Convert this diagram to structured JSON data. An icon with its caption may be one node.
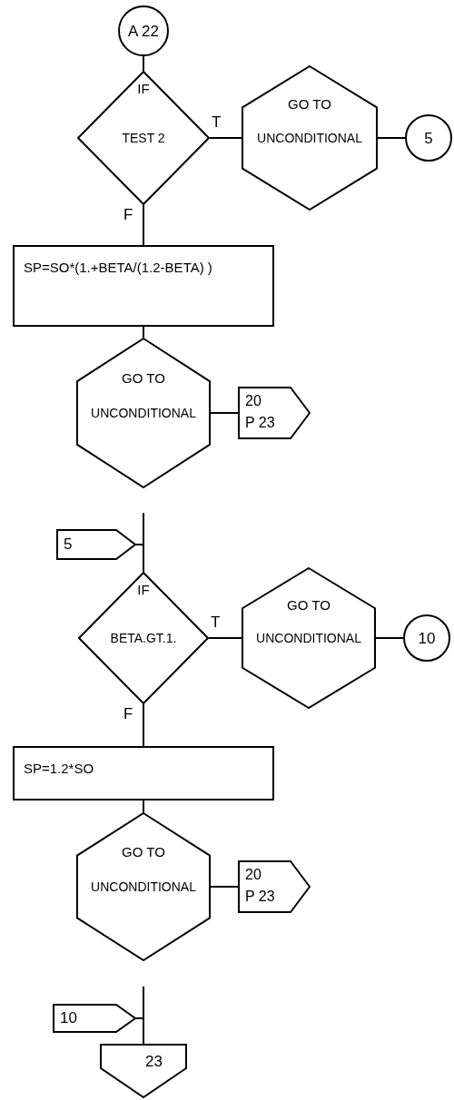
{
  "diagram": {
    "nodes": [
      {
        "text": [
          "A 22"
        ]
      },
      {
        "text": [
          "IF",
          "TEST 2"
        ]
      },
      {
        "text": [
          "GO TO",
          "UNCONDITIONAL"
        ]
      },
      {
        "text": [
          "5"
        ]
      },
      {
        "text": [
          "SP=SO*(1.+BETA/(1.2-BETA) )"
        ]
      },
      {
        "text": [
          "GO TO",
          "UNCONDITIONAL"
        ]
      },
      {
        "text": [
          "20",
          "P 23"
        ]
      },
      {
        "text": [
          "5"
        ]
      },
      {
        "text": [
          "IF",
          "BETA.GT.1."
        ]
      },
      {
        "text": [
          "GO TO",
          "UNCONDITIONAL"
        ]
      },
      {
        "text": [
          "10"
        ]
      },
      {
        "text": [
          "SP=1.2*SO"
        ]
      },
      {
        "text": [
          "GO TO",
          "UNCONDITIONAL"
        ]
      },
      {
        "text": [
          "20",
          "P 23"
        ]
      },
      {
        "text": [
          "10"
        ]
      },
      {
        "text": [
          "23"
        ]
      }
    ],
    "edges": [
      {
        "from": 0,
        "to": 1,
        "arrow": "none"
      },
      {
        "from": 1,
        "to": 2,
        "arrow": "none",
        "label": "T"
      },
      {
        "from": 2,
        "to": 3,
        "arrow": "none"
      },
      {
        "from": 1,
        "to": 4,
        "arrow": "none",
        "label": "F"
      },
      {
        "from": 4,
        "to": 5,
        "arrow": "none"
      },
      {
        "from": 5,
        "to": 6,
        "arrow": "none"
      },
      {
        "from": null,
        "to": 8,
        "arrow": "none"
      },
      {
        "from": 7,
        "to": 8,
        "arrow": "none"
      },
      {
        "from": 8,
        "to": 9,
        "arrow": "none",
        "label": "T"
      },
      {
        "from": 9,
        "to": 10,
        "arrow": "none"
      },
      {
        "from": 8,
        "to": 11,
        "arrow": "none",
        "label": "F"
      },
      {
        "from": 11,
        "to": 12,
        "arrow": "none"
      },
      {
        "from": 12,
        "to": 13,
        "arrow": "none"
      },
      {
        "from": null,
        "to": 15,
        "arrow": "none"
      },
      {
        "from": 14,
        "to": 15,
        "arrow": "none"
      }
    ]
  }
}
